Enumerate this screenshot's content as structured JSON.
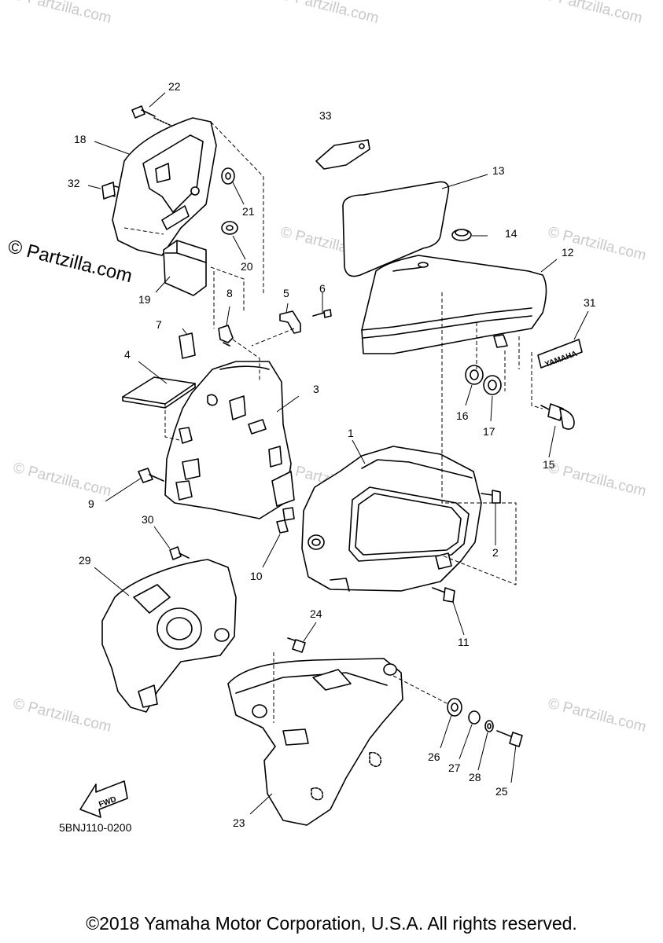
{
  "watermark": {
    "text": "© Partzilla.com",
    "main_text": "© Partzilla.com"
  },
  "labels": {
    "p1": "1",
    "p2": "2",
    "p3": "3",
    "p4": "4",
    "p5": "5",
    "p6": "6",
    "p7": "7",
    "p8": "8",
    "p9": "9",
    "p10": "10",
    "p11": "11",
    "p12": "12",
    "p13": "13",
    "p14": "14",
    "p15": "15",
    "p16": "16",
    "p17": "17",
    "p18": "18",
    "p19": "19",
    "p20": "20",
    "p21": "21",
    "p22": "22",
    "p23": "23",
    "p24": "24",
    "p25": "25",
    "p26": "26",
    "p27": "27",
    "p28": "28",
    "p29": "29",
    "p30": "30",
    "p31": "31",
    "p32": "32",
    "p33": "33"
  },
  "emblem_text": "YAMAHA",
  "fwd_text": "FWD",
  "diagram_code": "5BNJ110-0200",
  "footer": "©2018 Yamaha Motor Corporation, U.S.A. All rights reserved.",
  "colors": {
    "line": "#000000",
    "watermark": "#c9c9c9",
    "background": "#ffffff"
  }
}
